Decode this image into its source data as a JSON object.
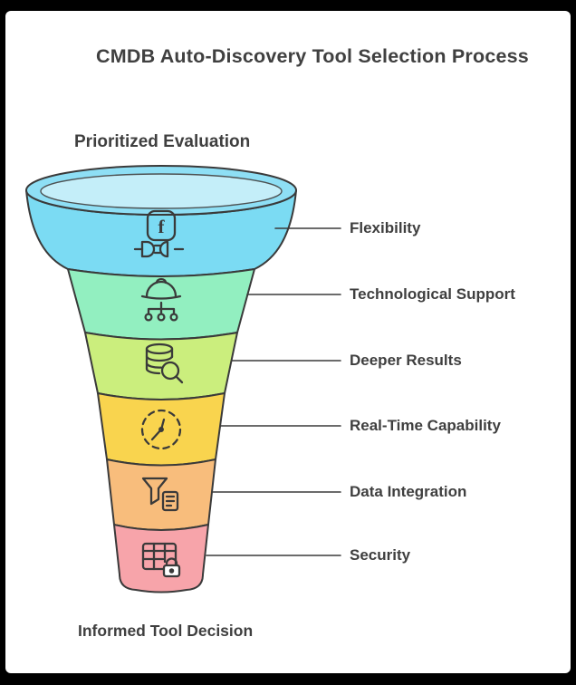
{
  "title": "CMDB Auto-Discovery Tool Selection Process",
  "funnel": {
    "heading": "Prioritized Evaluation",
    "caption": "Informed Tool Decision",
    "mouth_color": "#8EDFF5",
    "mouth_inner_color": "#C7EFFA",
    "levels": [
      {
        "label": "Flexibility",
        "color": "#7BDBF3",
        "icon": "facebook-plug-icon"
      },
      {
        "label": "Technological Support",
        "color": "#92EFC0",
        "icon": "engineer-network-icon"
      },
      {
        "label": "Deeper Results",
        "color": "#CBEE7D",
        "icon": "database-search-icon"
      },
      {
        "label": "Real-Time Capability",
        "color": "#F9D44E",
        "icon": "realtime-clock-icon"
      },
      {
        "label": "Data Integration",
        "color": "#F8BD7C",
        "icon": "filter-document-icon"
      },
      {
        "label": "Security",
        "color": "#F7A4AA",
        "icon": "table-lock-icon"
      }
    ]
  },
  "colors": {
    "outline": "#3a3a3a",
    "line": "#3a3a3a",
    "text": "#3f3f3f",
    "background": "#000000",
    "surface": "#ffffff"
  }
}
